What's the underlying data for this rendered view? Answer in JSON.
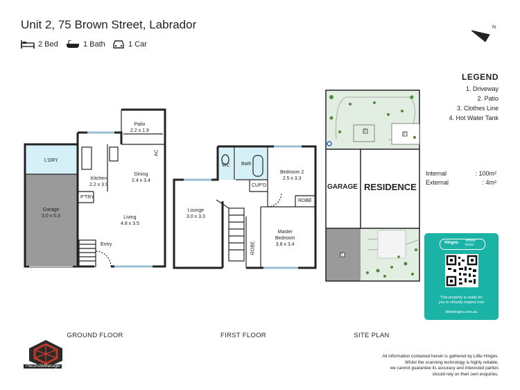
{
  "header": {
    "address": "Unit 2, 75 Brown Street, Labrador",
    "beds": "2 Bed",
    "baths": "1 Bath",
    "cars": "1 Car"
  },
  "north": {
    "label": "N"
  },
  "legend": {
    "title": "LEGEND",
    "items": [
      "1. Driveway",
      "2. Patio",
      "3. Clothes Line",
      "4. Hot Water Tank"
    ]
  },
  "areas": {
    "internal_label": "Internal",
    "internal_value": ": 100m²",
    "external_label": "External",
    "external_value": ":    4m²"
  },
  "ground_floor": {
    "label": "GROUND FLOOR",
    "rooms": {
      "patio": "Patio",
      "patio_dim": "2.2 x 1.9",
      "laundry": "L'DRY",
      "kitchen": "Kitchen",
      "kitchen_dim": "2.2 x 3.9",
      "dining": "Dining",
      "dining_dim": "2.4 x 3.4",
      "pantry": "P'TRY",
      "garage": "Garage",
      "garage_dim": "3.0 x 5.3",
      "living": "Living",
      "living_dim": "4.8 x 3.5",
      "entry": "Entry",
      "ac": "AC"
    }
  },
  "first_floor": {
    "label": "FIRST FLOOR",
    "rooms": {
      "wc": "WC",
      "bath": "Bath",
      "bedroom2": "Bedroom 2",
      "bedroom2_dim": "2.5 x 3.3",
      "cupd": "CUP'D",
      "robe1": "ROBE",
      "lounge": "Lounge",
      "lounge_dim": "3.0 x 3.3",
      "master": "Master",
      "master2": "Bedroom",
      "master_dim": "3.8 x 3.4",
      "robe2": "ROBE"
    }
  },
  "site_plan": {
    "label": "SITE PLAN",
    "garage": "GARAGE",
    "residence": "RESIDENCE",
    "markers": [
      "1",
      "2",
      "3",
      "4"
    ]
  },
  "qr_card": {
    "brand": "Hinges",
    "brand2": "virtual",
    "brand3": "tours",
    "line1": "This property is ready for",
    "line2": "you to virtually inspect now",
    "url": "littlehinges.com.au"
  },
  "logo": {
    "text": "TheOnsiteManager"
  },
  "disclaimer": [
    "All information contained herein is gathered by Little Hinges.",
    "Whilst the scanning technology is highly reliable,",
    "we cannot guarantee its accuracy and interested parties",
    "should rely on their own enquiries."
  ],
  "colors": {
    "laundry_fill": "#d6f0f8",
    "garage_fill": "#9a9a9a",
    "wet_fill": "#d6f0f8",
    "grass": "#e3eee3",
    "tree": "#4f8a3a",
    "card": "#1bb3a6"
  }
}
